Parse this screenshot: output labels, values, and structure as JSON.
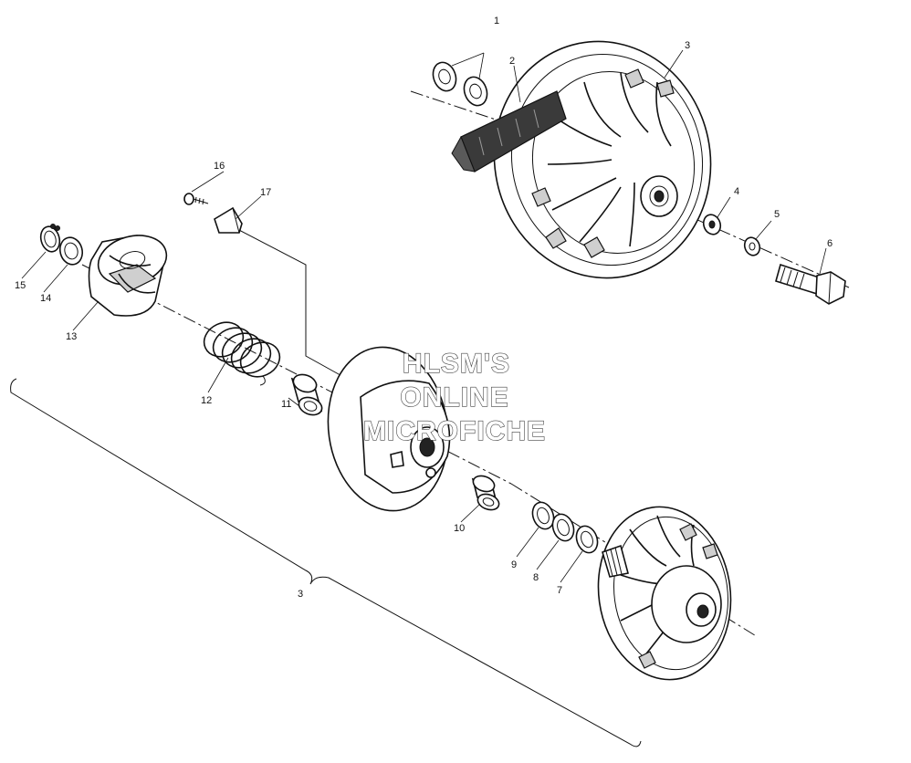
{
  "watermark": {
    "line1": "HLSM'S",
    "line2": "ONLINE",
    "line3": "MICROFICHE"
  },
  "callouts": {
    "c1": "1",
    "c2": "2",
    "c3_top": "3",
    "c3_bracket": "3",
    "c4": "4",
    "c5": "5",
    "c6": "6",
    "c7": "7",
    "c8": "8",
    "c9": "9",
    "c10": "10",
    "c11": "11",
    "c12": "12",
    "c13": "13",
    "c14": "14",
    "c15": "15",
    "c16": "16",
    "c17": "17"
  },
  "parts": [
    {
      "ref": "1",
      "part": "washer-pair"
    },
    {
      "ref": "2",
      "part": "drive-belt"
    },
    {
      "ref": "3",
      "part": "driven-clutch-assembly"
    },
    {
      "ref": "4",
      "part": "washer"
    },
    {
      "ref": "5",
      "part": "lock-washer"
    },
    {
      "ref": "6",
      "part": "bolt"
    },
    {
      "ref": "7",
      "part": "washer"
    },
    {
      "ref": "8",
      "part": "washer"
    },
    {
      "ref": "9",
      "part": "washer"
    },
    {
      "ref": "10",
      "part": "bushing"
    },
    {
      "ref": "11",
      "part": "bushing"
    },
    {
      "ref": "12",
      "part": "spring"
    },
    {
      "ref": "13",
      "part": "cam"
    },
    {
      "ref": "14",
      "part": "washer"
    },
    {
      "ref": "15",
      "part": "snap-ring"
    },
    {
      "ref": "16",
      "part": "screw"
    },
    {
      "ref": "17",
      "part": "roller-button"
    }
  ]
}
